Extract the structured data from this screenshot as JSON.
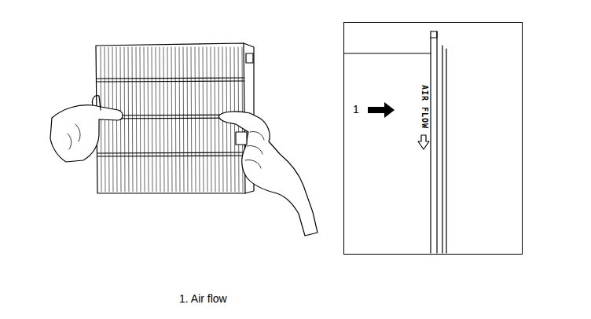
{
  "diagram": {
    "nodes": [
      {
        "text": [
          "AIR FLOW"
        ]
      }
    ],
    "labels": [
      "1",
      "1. Air flow"
    ]
  }
}
